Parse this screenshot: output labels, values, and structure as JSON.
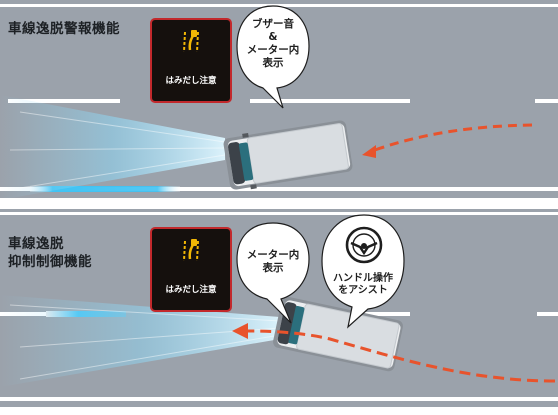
{
  "panels": [
    {
      "title_lines": [
        "車線逸脱警報機能"
      ],
      "display_label": "はみだし注意",
      "bubbles": [
        {
          "lines": [
            "ブザー音",
            "&",
            "メーター内",
            "表示"
          ]
        }
      ]
    },
    {
      "title_lines": [
        "車線逸脱",
        "抑制制御機能"
      ],
      "display_label": "はみだし注意",
      "bubbles": [
        {
          "lines": [
            "メーター内",
            "表示"
          ]
        },
        {
          "lines": [
            "ハンドル操作",
            "をアシスト"
          ]
        }
      ]
    }
  ],
  "icons": [
    "lane-departure-icon",
    "steering-wheel-icon"
  ],
  "colors": {
    "road": "#9ba2ab",
    "lane_marking": "#ffffff",
    "headlight_beam": "#7fd4f5",
    "trajectory": "#e8532c",
    "display_bg": "#15100d",
    "display_border": "#c2292c",
    "warning_icon": "#f2b705"
  }
}
